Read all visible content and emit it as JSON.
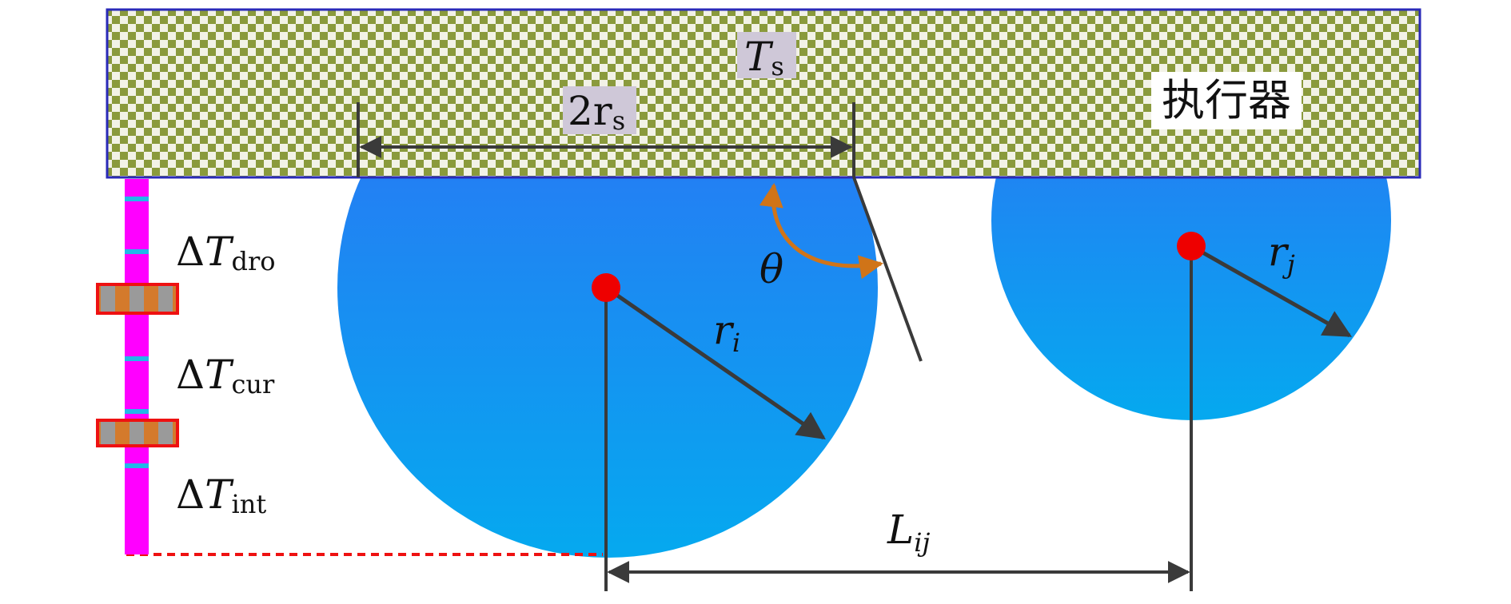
{
  "actuator_label": "执行器",
  "labels": {
    "Ts": {
      "main": "T",
      "sub": "s"
    },
    "two_rs": {
      "main": "2r",
      "sub": "s"
    },
    "theta": "θ",
    "ri": {
      "main": "r",
      "sub": "i"
    },
    "rj": {
      "main": "r",
      "sub": "j"
    },
    "Lij": {
      "main": "L",
      "sub": "ij"
    },
    "dT_dro": {
      "delta": "Δ",
      "main": "T",
      "sub": "dro"
    },
    "dT_cur": {
      "delta": "Δ",
      "main": "T",
      "sub": "cur"
    },
    "dT_int": {
      "delta": "Δ",
      "main": "T",
      "sub": "int"
    }
  },
  "colors": {
    "actuator_fill_a": "#8a9a3c",
    "actuator_fill_b": "#f2f2e6",
    "actuator_border": "#2a2ab8",
    "drop_top": "#2f6ff5",
    "drop_bottom": "#05a9ef",
    "center_dot": "#ee0000",
    "angle_arrow": "#d07418",
    "dim_line": "#3a3a3a",
    "time_bar": "#ff00ff",
    "time_bar_tick": "#22b7e8",
    "block_border": "#ee1111",
    "block_fill_a": "#d47a2c",
    "block_fill_b": "#9a9a9a",
    "label_bg": "#cfc8d8",
    "dashed_line": "#ee1111"
  }
}
